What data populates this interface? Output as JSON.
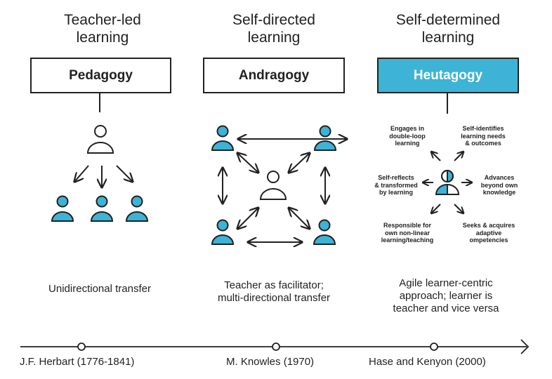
{
  "columns": [
    {
      "heading": [
        "Teacher-led",
        "learning"
      ],
      "name": "Pedagogy",
      "description": [
        "Unidirectional transfer"
      ]
    },
    {
      "heading": [
        "Self-directed",
        "learning"
      ],
      "name": "Andragogy",
      "description": [
        "Teacher as facilitator;",
        "multi-directional transfer"
      ]
    },
    {
      "heading": [
        "Self-determined",
        "learning"
      ],
      "name": "Heutagogy",
      "description": [
        "Agile learner-centric",
        "approach; learner is",
        "teacher and vice versa"
      ]
    }
  ],
  "heutagogy_traits": {
    "top_left": [
      "Engages in",
      "double-loop",
      "learning"
    ],
    "top_right": [
      "Self-identifies",
      "learning needs",
      "& outcomes"
    ],
    "left": [
      "Self-reflects",
      "& transformed",
      "by learning"
    ],
    "right": [
      "Advances",
      "beyond own",
      "knowledge"
    ],
    "bottom_left": [
      "Responsible for",
      "own non-linear",
      "learning/teaching"
    ],
    "bottom_right": [
      "Seeks & acquires",
      "adaptive",
      "ompetencies"
    ]
  },
  "timeline": [
    "J.F. Herbart (1776-1841)",
    "M. Knowles (1970)",
    "Hase and Kenyon (2000)"
  ],
  "colors": {
    "accent": "#3db3d6",
    "ink": "#222222"
  }
}
